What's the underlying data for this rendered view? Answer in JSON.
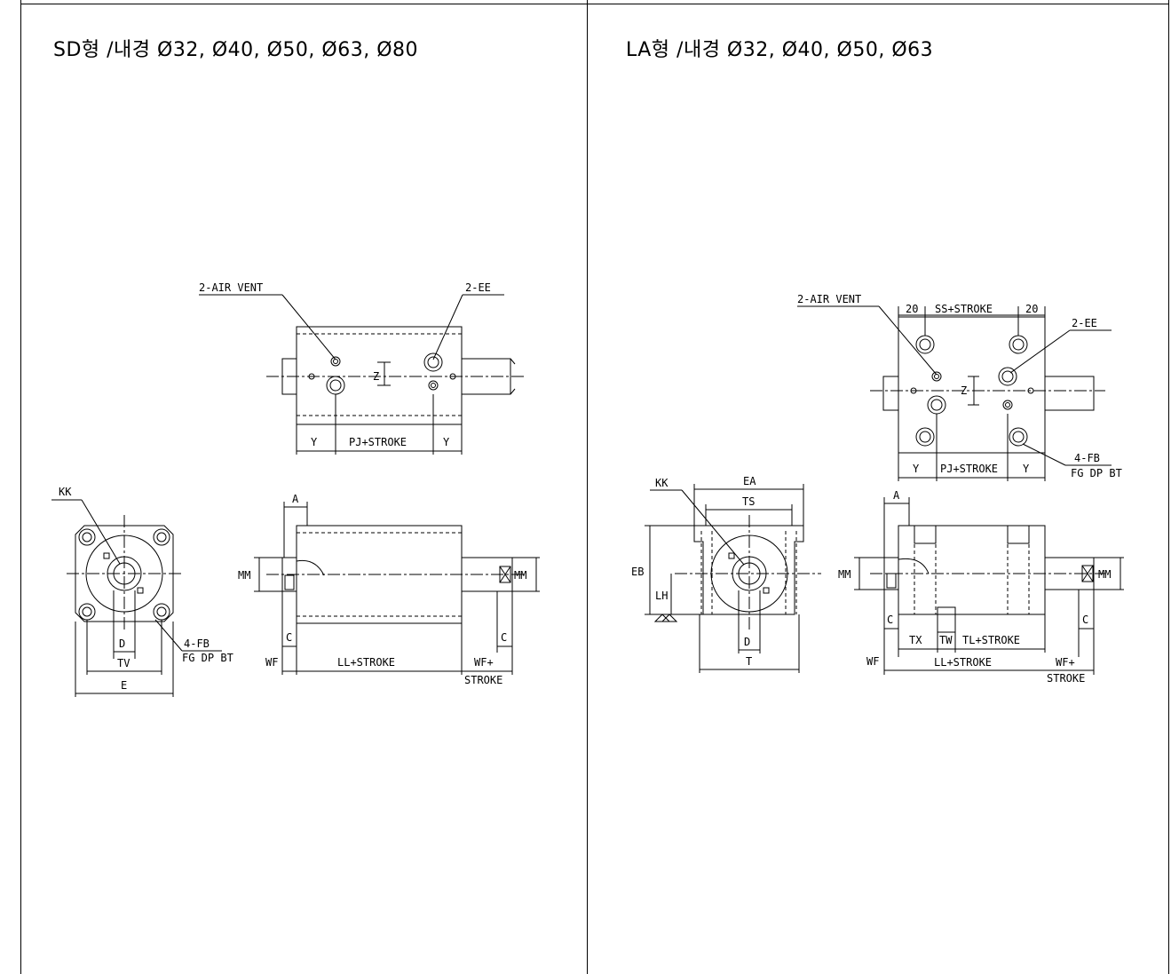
{
  "panels": {
    "left": {
      "title": "SD형 /내경 Ø32, Ø40, Ø50, Ø63, Ø80",
      "labels": {
        "air_vent": "2-AIR VENT",
        "ee": "2-EE",
        "z": "Z",
        "y1": "Y",
        "pj": "PJ+STROKE",
        "y2": "Y",
        "kk": "KK",
        "fb": "4-FB",
        "fg": "FG DP BT",
        "d": "D",
        "tv": "TV",
        "e": "E",
        "a": "A",
        "mm1": "MM",
        "mm2": "MM",
        "c1": "C",
        "c2": "C",
        "wf": "WF",
        "ll": "LL+STROKE",
        "wf_plus": "WF+",
        "stroke": "STROKE"
      }
    },
    "right": {
      "title": "LA형 /내경 Ø32, Ø40, Ø50, Ø63",
      "labels": {
        "air_vent": "2-AIR VENT",
        "twenty1": "20",
        "ss": "SS+STROKE",
        "twenty2": "20",
        "ee": "2-EE",
        "z": "Z",
        "y1": "Y",
        "pj": "PJ+STROKE",
        "y2": "Y",
        "fb": "4-FB",
        "fg": "FG DP BT",
        "kk": "KK",
        "ea": "EA",
        "ts": "TS",
        "eb": "EB",
        "lh": "LH",
        "d": "D",
        "t": "T",
        "a": "A",
        "mm1": "MM",
        "mm2": "MM",
        "c1": "C",
        "c2": "C",
        "tx": "TX",
        "tw": "TW",
        "tl": "TL+STROKE",
        "wf": "WF",
        "ll": "LL+STROKE",
        "wf_plus": "WF+",
        "stroke": "STROKE"
      }
    }
  }
}
